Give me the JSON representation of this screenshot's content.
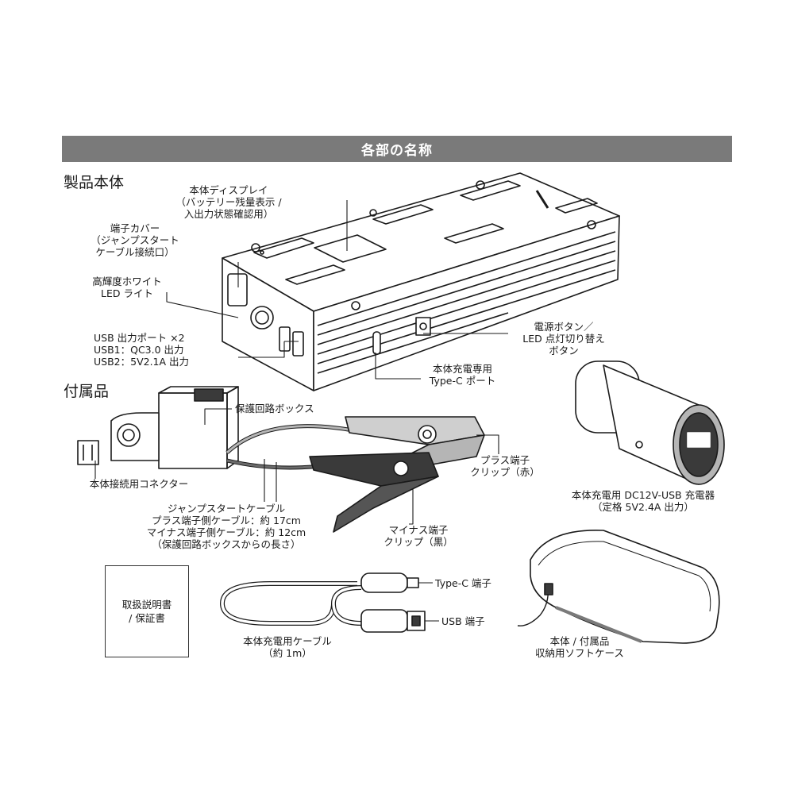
{
  "header": {
    "title": "各部の名称"
  },
  "sections": {
    "main_unit": "製品本体",
    "accessories": "付属品"
  },
  "labels": {
    "display": [
      "本体ディスプレイ",
      "（バッテリー残量表示 /",
      "入出力状態確認用）"
    ],
    "terminal_cover": [
      "端子カバー",
      "（ジャンプスタート",
      "ケーブル接続口）"
    ],
    "led_light": [
      "高輝度ホワイト",
      "LED ライト"
    ],
    "usb_ports": [
      "USB 出力ポート ×2",
      "USB1：QC3.0 出力",
      "USB2：5V2.1A 出力"
    ],
    "power_button": [
      "電源ボタン／",
      "LED 点灯切り替え",
      "ボタン"
    ],
    "typec_port": [
      "本体充電専用",
      "Type-C ポート"
    ],
    "protection_box": "保護回路ボックス",
    "connector": "本体接続用コネクター",
    "jump_cable": [
      "ジャンプスタートケーブル",
      "プラス端子側ケーブル：約 17cm",
      "マイナス端子側ケーブル：約 12cm",
      "（保護回路ボックスからの長さ）"
    ],
    "plus_clip": [
      "プラス端子",
      "クリップ（赤）"
    ],
    "minus_clip": [
      "マイナス端子",
      "クリップ（黒）"
    ],
    "car_charger": [
      "本体充電用 DC12V-USB 充電器",
      "（定格 5V2.4A 出力）"
    ],
    "manual": [
      "取扱説明書",
      "/ 保証書"
    ],
    "typec_terminal": "Type-C 端子",
    "usb_terminal": "USB 端子",
    "charge_cable": [
      "本体充電用ケーブル",
      "（約 1m）"
    ],
    "soft_case": [
      "本体 / 付属品",
      "収納用ソフトケース"
    ]
  },
  "colors": {
    "header_bg": "#7a7a7a",
    "line": "#1a1a1a",
    "gray_fill": "#b5b5b5",
    "dark_fill": "#3a3a3a"
  }
}
